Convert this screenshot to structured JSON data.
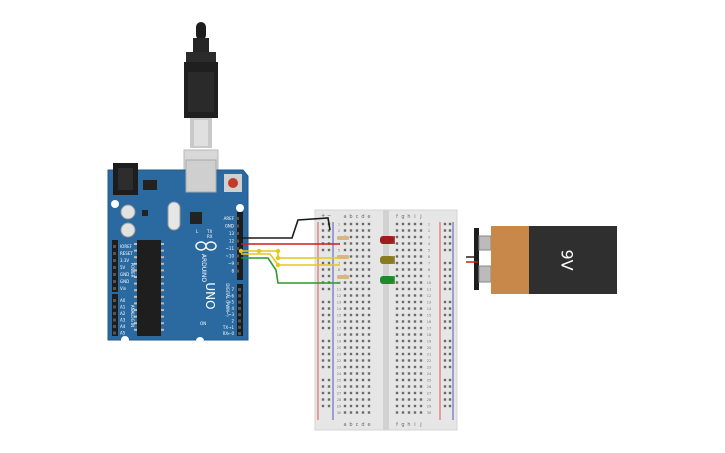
{
  "arduino": {
    "brand": "ARDUINO",
    "model": "UNO",
    "header_digital": "DIGITAL (PWM~)",
    "header_power": "POWER",
    "header_analog": "ANALOG IN",
    "tx_label": "TX",
    "rx_label": "RX",
    "l_label": "L",
    "on_label": "ON",
    "power_pins": [
      "IOREF",
      "RESET",
      "3.3V",
      "5V",
      "GND",
      "GND",
      "Vin"
    ],
    "analog_pins": [
      "A0",
      "A1",
      "A2",
      "A3",
      "A4",
      "A5"
    ],
    "digital_pins_top": [
      "AREF",
      "GND",
      "13",
      "12",
      "~11",
      "~10",
      "~9",
      "8"
    ],
    "digital_pins_bottom": [
      "7",
      "~6",
      "~5",
      "4",
      "~3",
      "2",
      "TX→1",
      "RX←0"
    ]
  },
  "breadboard": {
    "columns_left": [
      "a",
      "b",
      "c",
      "d",
      "e"
    ],
    "columns_right": [
      "f",
      "g",
      "h",
      "i",
      "j"
    ],
    "rows": 30,
    "rail_plus": "+",
    "rail_minus": "−"
  },
  "battery": {
    "label": "9V",
    "body_color": "#c8884a",
    "dark_color": "#2f2f2f"
  },
  "leds": [
    {
      "name": "red",
      "color": "#a11d1d"
    },
    {
      "name": "yellow",
      "color": "#8a7a20"
    },
    {
      "name": "green",
      "color": "#1f8a2c"
    }
  ],
  "wires": [
    {
      "name": "gnd",
      "color": "#1a1a1a"
    },
    {
      "name": "pin13",
      "color": "#d11a1a"
    },
    {
      "name": "pin12",
      "color": "#e3c81e"
    },
    {
      "name": "pin11",
      "color": "#e3c81e"
    },
    {
      "name": "pin10",
      "color": "#2a9a2a"
    }
  ]
}
